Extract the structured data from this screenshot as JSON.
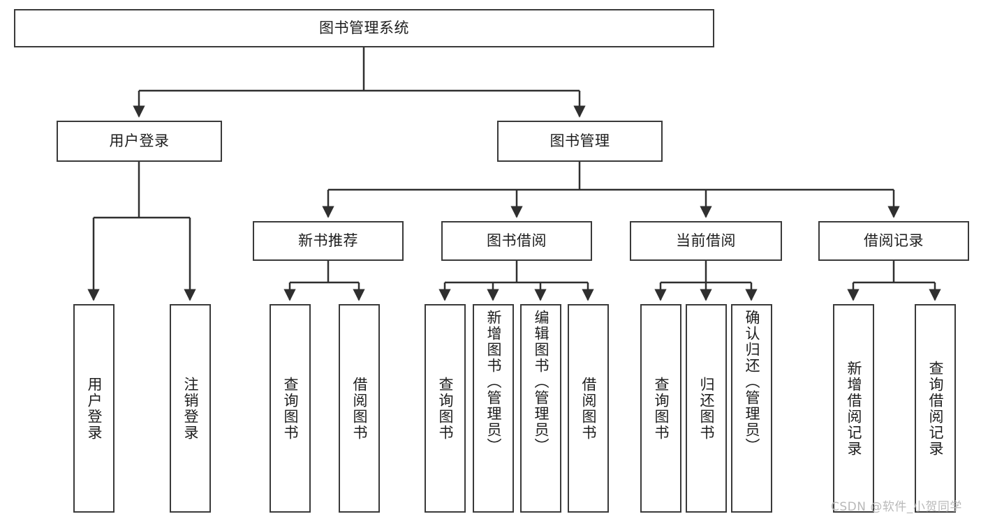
{
  "diagram": {
    "type": "tree-hierarchy",
    "title": "图书管理系统",
    "style": {
      "box_border_color": "#3a3a3a",
      "box_fill_color": "#ffffff",
      "connector_color": "#2f2f2f",
      "text_color": "#1d1d1d",
      "background": "#ffffff"
    },
    "levels": {
      "root": "图书管理系统",
      "level2": [
        "用户登录",
        "图书管理"
      ],
      "level3": [
        "新书推荐",
        "图书借阅",
        "当前借阅",
        "借阅记录"
      ],
      "leaves": [
        "用户登录",
        "注销登录",
        "查询图书",
        "借阅图书",
        "查询图书",
        "新增图书（管理员）",
        "编辑图书（管理员）",
        "借阅图书",
        "查询图书",
        "归还图书",
        "确认归还（管理员）",
        "新增借阅记录",
        "查询借阅记录"
      ]
    },
    "nodes": {
      "root": {
        "label": "图书管理系统"
      },
      "user_login": {
        "label": "用户登录"
      },
      "book_manage": {
        "label": "图书管理"
      },
      "new_book_rec": {
        "label": "新书推荐"
      },
      "book_borrow": {
        "label": "图书借阅"
      },
      "current_borrow": {
        "label": "当前借阅"
      },
      "borrow_record": {
        "label": "借阅记录"
      },
      "leaf_user_login": {
        "label": "用户登录"
      },
      "leaf_logout": {
        "label": "注销登录"
      },
      "leaf_query_book_1": {
        "label": "查询图书"
      },
      "leaf_borrow_book_1": {
        "label": "借阅图书"
      },
      "leaf_query_book_2": {
        "label": "查询图书"
      },
      "leaf_add_book_admin": {
        "label": "新增图书（管理员）"
      },
      "leaf_edit_book_admin": {
        "label": "编辑图书（管理员）"
      },
      "leaf_borrow_book_2": {
        "label": "借阅图书"
      },
      "leaf_query_book_3": {
        "label": "查询图书"
      },
      "leaf_return_book": {
        "label": "归还图书"
      },
      "leaf_confirm_return_admin": {
        "label": "确认归还（管理员）"
      },
      "leaf_add_record": {
        "label": "新增借阅记录"
      },
      "leaf_query_record": {
        "label": "查询借阅记录"
      }
    },
    "edges": [
      {
        "from": "图书管理系统",
        "to": "用户登录"
      },
      {
        "from": "图书管理系统",
        "to": "图书管理"
      },
      {
        "from": "用户登录",
        "to": "用户登录"
      },
      {
        "from": "用户登录",
        "to": "注销登录"
      },
      {
        "from": "图书管理",
        "to": "新书推荐"
      },
      {
        "from": "图书管理",
        "to": "图书借阅"
      },
      {
        "from": "图书管理",
        "to": "当前借阅"
      },
      {
        "from": "图书管理",
        "to": "借阅记录"
      },
      {
        "from": "新书推荐",
        "to": "查询图书"
      },
      {
        "from": "新书推荐",
        "to": "借阅图书"
      },
      {
        "from": "图书借阅",
        "to": "查询图书"
      },
      {
        "from": "图书借阅",
        "to": "新增图书（管理员）"
      },
      {
        "from": "图书借阅",
        "to": "编辑图书（管理员）"
      },
      {
        "from": "图书借阅",
        "to": "借阅图书"
      },
      {
        "from": "当前借阅",
        "to": "查询图书"
      },
      {
        "from": "当前借阅",
        "to": "归还图书"
      },
      {
        "from": "当前借阅",
        "to": "确认归还（管理员）"
      },
      {
        "from": "借阅记录",
        "to": "新增借阅记录"
      },
      {
        "from": "借阅记录",
        "to": "查询借阅记录"
      }
    ]
  },
  "watermark": {
    "text": "CSDN @软件_小贺同学"
  }
}
